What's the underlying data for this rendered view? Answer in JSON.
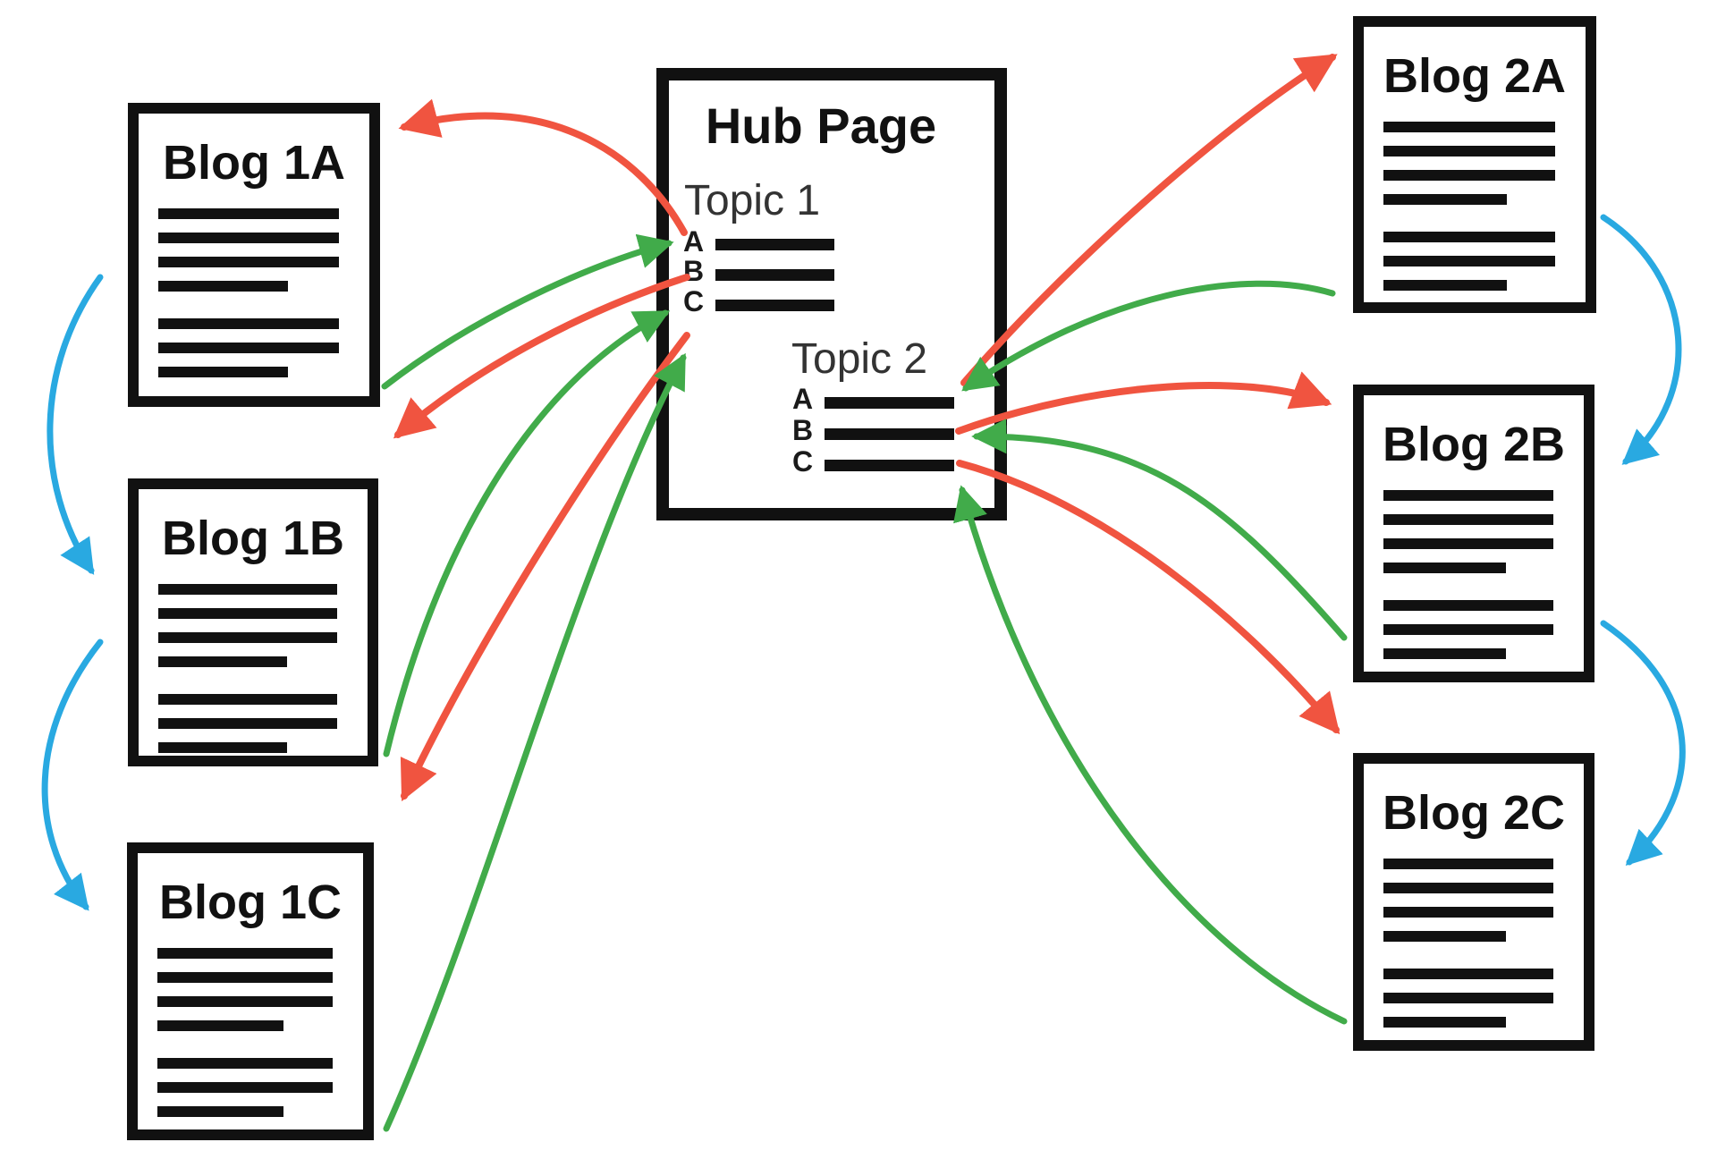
{
  "diagram": {
    "hub": {
      "title": "Hub Page",
      "topics": [
        {
          "label": "Topic 1",
          "items": [
            "A",
            "B",
            "C"
          ]
        },
        {
          "label": "Topic 2",
          "items": [
            "A",
            "B",
            "C"
          ]
        }
      ]
    },
    "blogs": [
      {
        "id": "blog-1a",
        "title": "Blog 1A"
      },
      {
        "id": "blog-1b",
        "title": "Blog 1B"
      },
      {
        "id": "blog-1c",
        "title": "Blog 1C"
      },
      {
        "id": "blog-2a",
        "title": "Blog 2A"
      },
      {
        "id": "blog-2b",
        "title": "Blog 2B"
      },
      {
        "id": "blog-2c",
        "title": "Blog 2C"
      }
    ],
    "colors": {
      "background": "#ffffff",
      "ink": "#111111",
      "topic_text": "#333333",
      "red": "#f05440",
      "green": "#41ab4a",
      "blue": "#29a9e1"
    },
    "arrows": [
      {
        "id": "red-t1a-to-blog1a",
        "color": "red",
        "from": "hub-topic1-A",
        "to": "blog-1a"
      },
      {
        "id": "red-t1b-to-blog1b",
        "color": "red",
        "from": "hub-topic1-B",
        "to": "blog-1b"
      },
      {
        "id": "red-t1c-to-blog1c",
        "color": "red",
        "from": "hub-topic1-C",
        "to": "blog-1c"
      },
      {
        "id": "red-t2a-to-blog2a",
        "color": "red",
        "from": "hub-topic2-A",
        "to": "blog-2a"
      },
      {
        "id": "red-t2b-to-blog2b",
        "color": "red",
        "from": "hub-topic2-B",
        "to": "blog-2b"
      },
      {
        "id": "red-t2c-to-blog2c",
        "color": "red",
        "from": "hub-topic2-C",
        "to": "blog-2c"
      },
      {
        "id": "green-blog1a-to-t1a",
        "color": "green",
        "from": "blog-1a",
        "to": "hub-topic1-A"
      },
      {
        "id": "green-blog1b-to-t1b",
        "color": "green",
        "from": "blog-1b",
        "to": "hub-topic1-B"
      },
      {
        "id": "green-blog1c-to-t1c",
        "color": "green",
        "from": "blog-1c",
        "to": "hub-topic1-C"
      },
      {
        "id": "green-blog2a-to-t2a",
        "color": "green",
        "from": "blog-2a",
        "to": "hub-topic2-A"
      },
      {
        "id": "green-blog2b-to-t2b",
        "color": "green",
        "from": "blog-2b",
        "to": "hub-topic2-B"
      },
      {
        "id": "green-blog2c-to-t2c",
        "color": "green",
        "from": "blog-2c",
        "to": "hub-topic2-C"
      },
      {
        "id": "blue-blog1a-to-blog1b",
        "color": "blue",
        "from": "blog-1a",
        "to": "blog-1b"
      },
      {
        "id": "blue-blog1b-to-blog1c",
        "color": "blue",
        "from": "blog-1b",
        "to": "blog-1c"
      },
      {
        "id": "blue-blog2a-to-blog2b",
        "color": "blue",
        "from": "blog-2a",
        "to": "blog-2b"
      },
      {
        "id": "blue-blog2b-to-blog2c",
        "color": "blue",
        "from": "blog-2b",
        "to": "blog-2c"
      }
    ]
  }
}
